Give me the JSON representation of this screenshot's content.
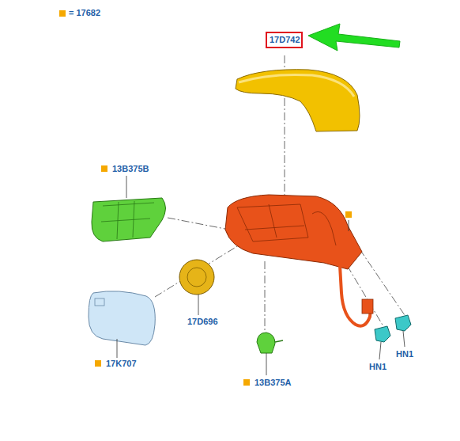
{
  "diagram": {
    "nodes": [
      {
        "text": [
          "17D742"
        ]
      }
    ],
    "labels": [
      "13B375B",
      "17D696",
      "17K707",
      "13B375A",
      "HN1",
      "HN1"
    ],
    "legend": [
      {
        "text": "= 17682",
        "color": "#f5a800"
      }
    ]
  }
}
